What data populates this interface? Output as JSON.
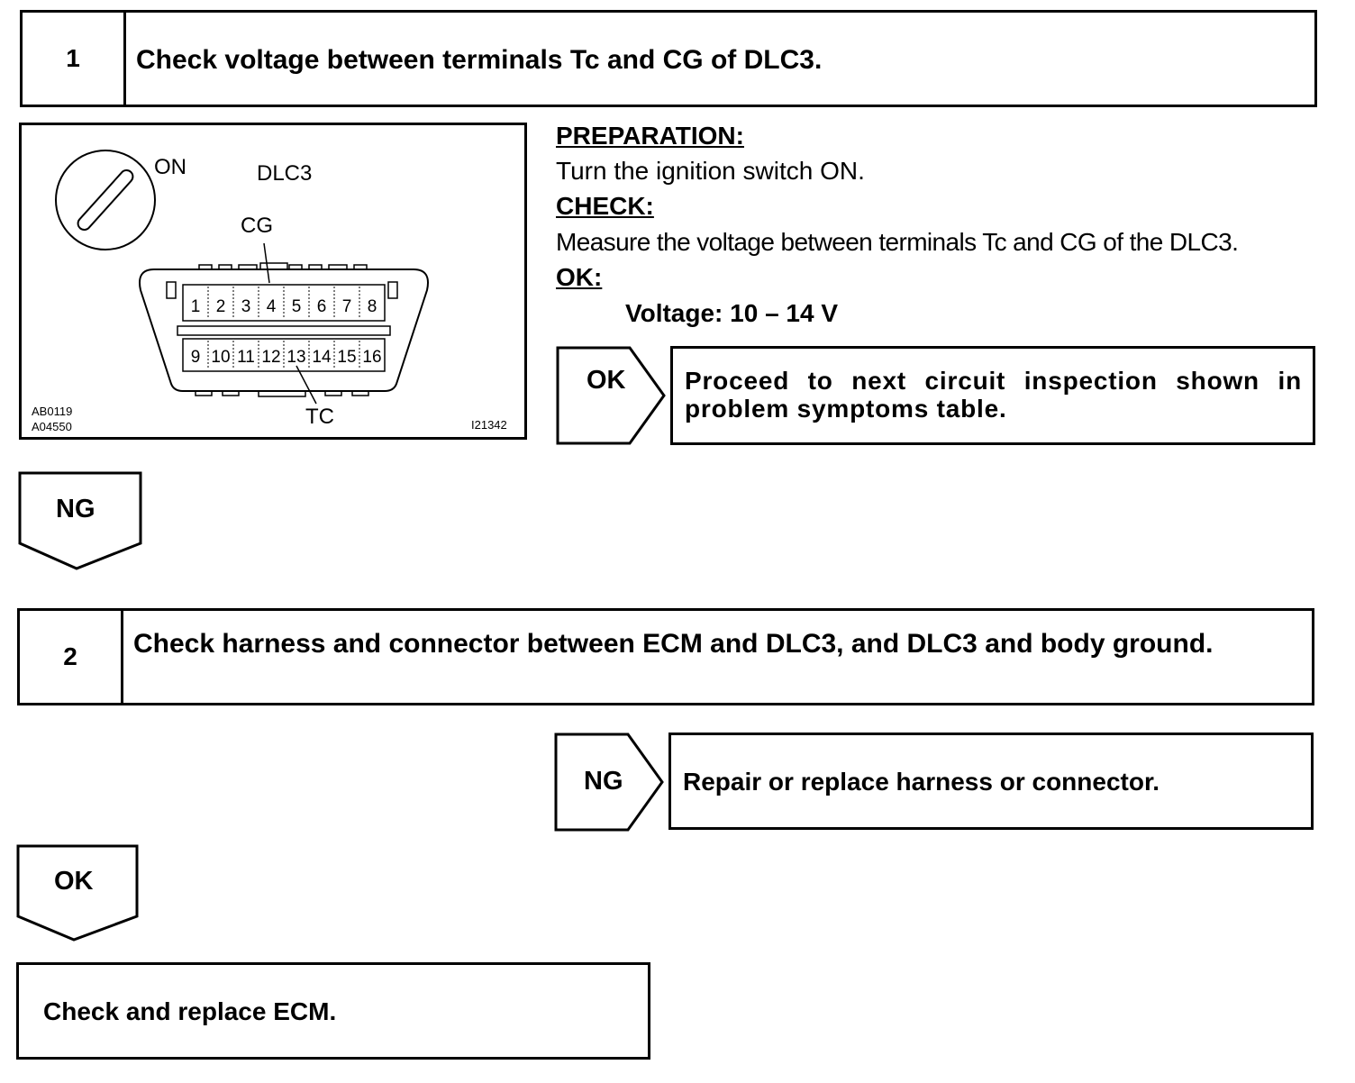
{
  "step1": {
    "number": "1",
    "title": "Check voltage between terminals Tc and CG of DLC3."
  },
  "figure": {
    "label_on": "ON",
    "label_dlc3": "DLC3",
    "label_cg": "CG",
    "label_tc": "TC",
    "pins_top": [
      "1",
      "2",
      "3",
      "4",
      "5",
      "6",
      "7",
      "8"
    ],
    "pins_bottom": [
      "9",
      "10",
      "11",
      "12",
      "13",
      "14",
      "15",
      "16"
    ],
    "code_left_1": "AB0119",
    "code_left_2": "A04550",
    "code_right": "I21342"
  },
  "instructions": {
    "preparation_heading": "PREPARATION:",
    "preparation_text": "Turn the ignition switch ON.",
    "check_heading": "CHECK:",
    "check_text": "Measure the voltage between terminals Tc and CG of the DLC3.",
    "ok_heading": "OK:",
    "ok_spec": "Voltage: 10 – 14 V"
  },
  "ok_branch_1": {
    "label": "OK",
    "text": "Proceed to next circuit inspection shown in problem symptoms table."
  },
  "ng_down_1": {
    "label": "NG"
  },
  "step2": {
    "number": "2",
    "title": "Check harness and connector between ECM and DLC3, and DLC3 and body ground."
  },
  "ng_branch_2": {
    "label": "NG",
    "text": "Repair or replace harness or connector."
  },
  "ok_down_2": {
    "label": "OK"
  },
  "final": {
    "text": "Check and replace ECM."
  }
}
